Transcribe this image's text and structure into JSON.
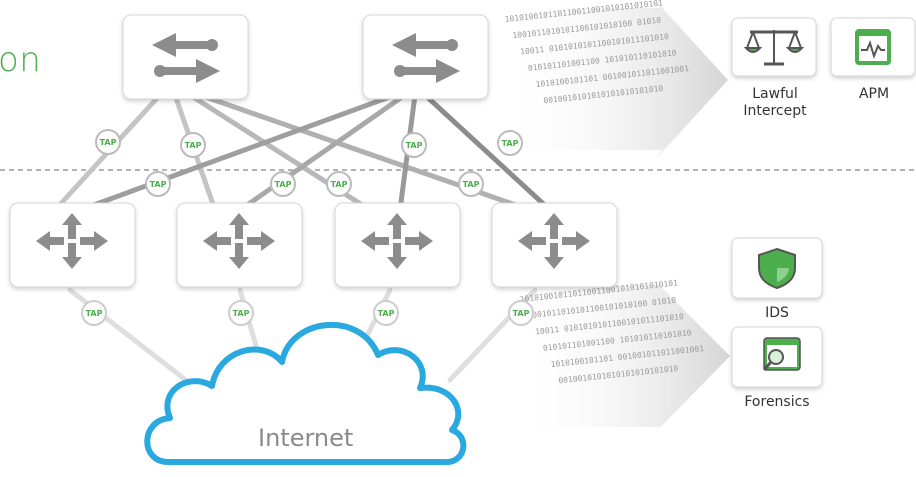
{
  "title_fragment": "on",
  "cloud_label": "Internet",
  "tap_label": "TAP",
  "tools": {
    "lawful_intercept": "Lawful\nIntercept",
    "apm": "APM",
    "ids": "IDS",
    "forensics": "Forensics"
  },
  "bit_streams": {
    "upper": [
      "101010010110110011001010101010101",
      "1001011010101100101010100 01010",
      "10011  0101010101100101011101010",
      "010101101001100 101010110101010",
      "1010100101101 001001011011001001",
      "0010010101010101010101010"
    ],
    "lower": [
      "101010010110110011001010101010101",
      "1001011010101100101010100 01010",
      "10011  0101010101100101011101010",
      "010101101001100 101010110101010",
      "1010100101101 001001011011001001",
      "0010010101010101010101010"
    ]
  },
  "colors": {
    "accent_green": "#4cae4c",
    "cloud_blue": "#2aa8e0",
    "link_gray": "#b3b3b3",
    "icon_gray": "#8c8c8c"
  }
}
